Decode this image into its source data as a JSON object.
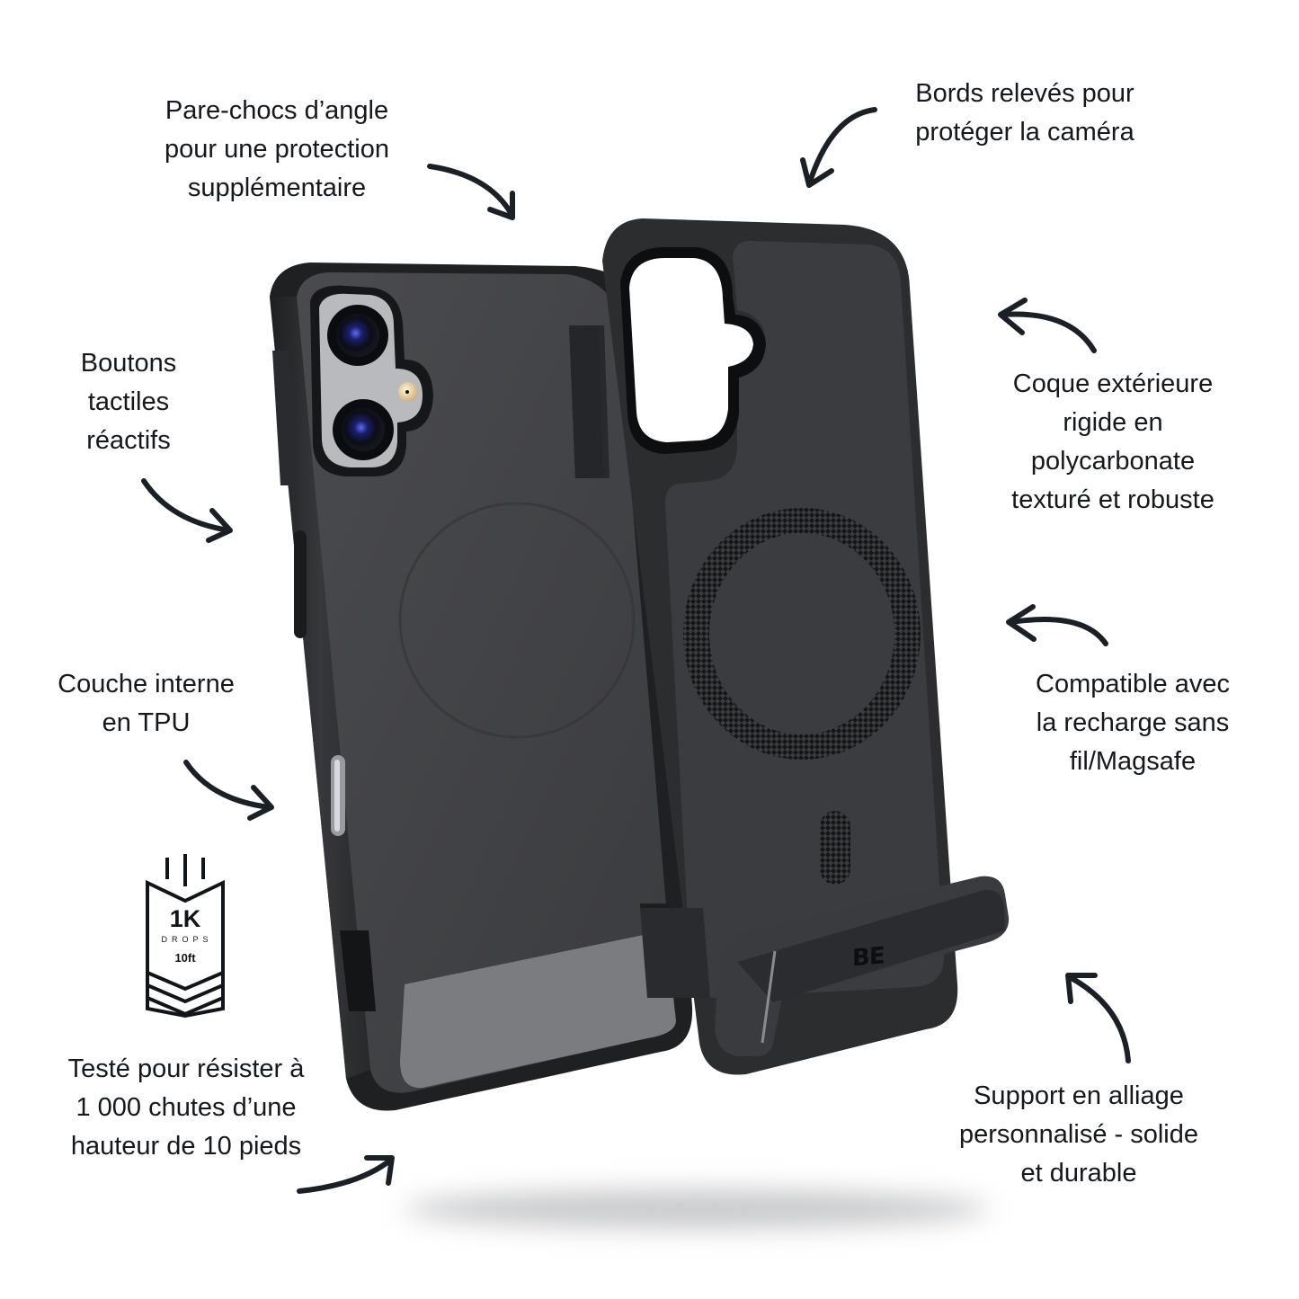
{
  "callouts": {
    "corner_bumpers": {
      "lines": [
        "Pare-chocs d’angle",
        "pour une protection",
        "supplémentaire"
      ]
    },
    "raised_edges": {
      "lines": [
        "Bords relevés pour",
        "protéger la caméra"
      ]
    },
    "tactile_buttons": {
      "lines": [
        "Boutons",
        "tactiles",
        "réactifs"
      ]
    },
    "outer_shell": {
      "lines": [
        "Coque extérieure",
        "rigide en",
        "polycarbonate",
        "texturé et robuste"
      ]
    },
    "inner_layer": {
      "lines": [
        "Couche interne",
        "en TPU"
      ]
    },
    "magsafe": {
      "lines": [
        "Compatible avec",
        "la recharge sans",
        "fil/Magsafe"
      ]
    },
    "drop_test": {
      "lines": [
        "Testé pour résister à",
        "1 000 chutes d’une",
        "hauteur de 10 pieds"
      ]
    },
    "kickstand": {
      "lines": [
        "Support en alliage",
        "personnalisé - solide",
        "et durable"
      ]
    }
  },
  "drop_badge": {
    "count": "1K",
    "unit": "DROPS",
    "height": "10ft"
  },
  "product": {
    "logo": "BE"
  },
  "colors": {
    "text": "#15181c",
    "arrow": "#1b2027",
    "case_dark": "#2e2f31",
    "case_mid": "#3f4043",
    "case_light": "#525356",
    "background": "#ffffff"
  }
}
